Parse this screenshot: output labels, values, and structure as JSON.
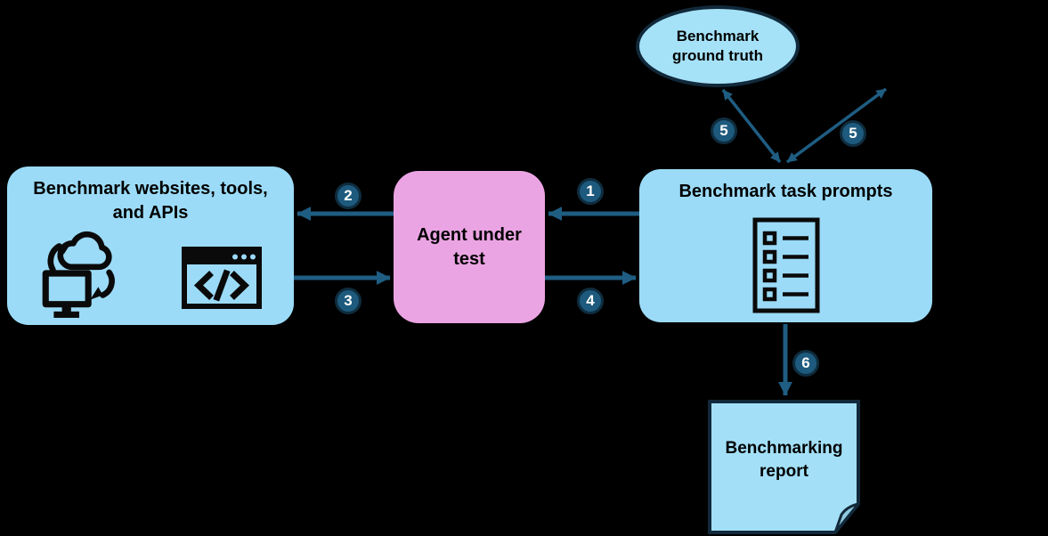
{
  "diagram": {
    "nodes": {
      "ground_truth": {
        "label": "Benchmark\nground truth",
        "shape": "ellipse"
      },
      "websites": {
        "label": "Benchmark websites, tools,\nand APIs",
        "shape": "rounded-rect"
      },
      "agent": {
        "label": "Agent under\ntest",
        "shape": "rounded-rect"
      },
      "task_prompts": {
        "label": "Benchmark task prompts",
        "shape": "rounded-rect"
      },
      "report": {
        "label": "Benchmarking\nreport",
        "shape": "note"
      }
    },
    "badges": [
      {
        "label": "1"
      },
      {
        "label": "2"
      },
      {
        "label": "3"
      },
      {
        "label": "4"
      },
      {
        "label": "5"
      },
      {
        "label": "5"
      },
      {
        "label": "6"
      }
    ],
    "edges": [
      {
        "badge": "1",
        "from": "task_prompts",
        "to": "agent",
        "direction": "left"
      },
      {
        "badge": "2",
        "from": "agent",
        "to": "websites",
        "direction": "left"
      },
      {
        "badge": "3",
        "from": "websites",
        "to": "agent",
        "direction": "right"
      },
      {
        "badge": "4",
        "from": "agent",
        "to": "task_prompts",
        "direction": "right"
      },
      {
        "badge": "5",
        "from": "task_prompts",
        "to": "ground_truth",
        "direction": "both"
      },
      {
        "badge": "5",
        "from": "task_prompts",
        "to": "upper-right",
        "direction": "both"
      },
      {
        "badge": "6",
        "from": "task_prompts",
        "to": "report",
        "direction": "down"
      }
    ],
    "icons": [
      {
        "name": "device-cloud-sync-icon",
        "location": "websites"
      },
      {
        "name": "browser-code-icon",
        "location": "websites"
      },
      {
        "name": "task-checklist-icon",
        "location": "task_prompts"
      }
    ],
    "colors": {
      "background": "#000000",
      "node_blue": "#9bdbf7",
      "ellipse_blue": "#a5e2f8",
      "note_blue": "#a3e0f8",
      "node_pink": "#eba4e3",
      "outline_navy": "#11293a",
      "arrow_blue": "#1f5d82",
      "badge_fill": "#1d5a7d",
      "badge_ring": "#0f2d3f",
      "badge_text": "#ffffff",
      "icon_ink": "#0a0a0a",
      "text": "#000000"
    }
  }
}
